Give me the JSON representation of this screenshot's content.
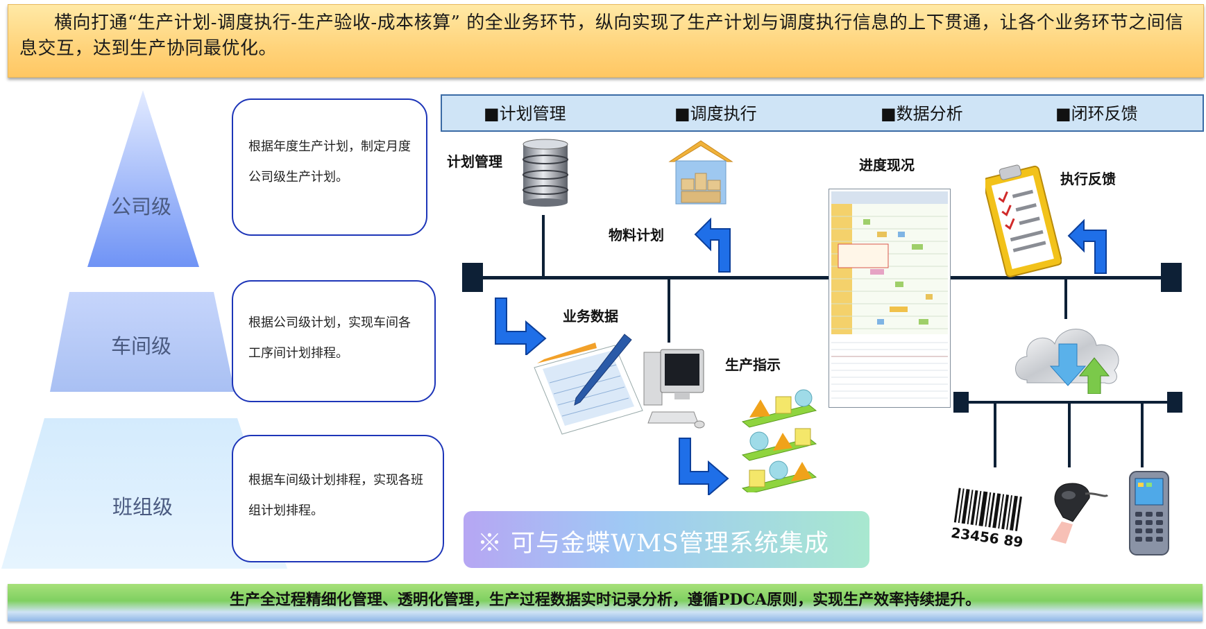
{
  "top_banner": {
    "text": "横向打通“生产计划-调度执行-生产验收-成本核算” 的全业务环节，纵向实现了生产计划与调度执行信息的上下贯通，让各个业务环节之间信息交互，达到生产协同最优化。"
  },
  "pyramid": {
    "levels": [
      {
        "label": "公司级",
        "description": "根据年度生产计划，制定月度公司级生产计划。"
      },
      {
        "label": "车间级",
        "description": "根据公司级计划，实现车间各工序间计划排程。"
      },
      {
        "label": "班组级",
        "description": "根据车间级计划排程，实现各班组计划排程。"
      }
    ],
    "colors": [
      "#7f9ff5",
      "#b9cbf6",
      "#d4eafc"
    ]
  },
  "menu": {
    "items": [
      "■计划管理",
      "■调度执行",
      "■数据分析",
      "■闭环反馈"
    ]
  },
  "diagram": {
    "labels": {
      "plan_mgmt": "计划管理",
      "material_plan": "物料计划",
      "progress": "进度现况",
      "exec_feedback": "执行反馈",
      "business_data": "业务数据",
      "production_instruction": "生产指示"
    },
    "barcode_text": "23456 89",
    "arrow_color": "#1f6fe8"
  },
  "wms": {
    "text": "※   可与金蝶WMS管理系统集成"
  },
  "bottom_banner": {
    "text": "生产全过程精细化管理、透明化管理，生产过程数据实时记录分析，遵循PDCA原则，实现生产效率持续提升。"
  }
}
